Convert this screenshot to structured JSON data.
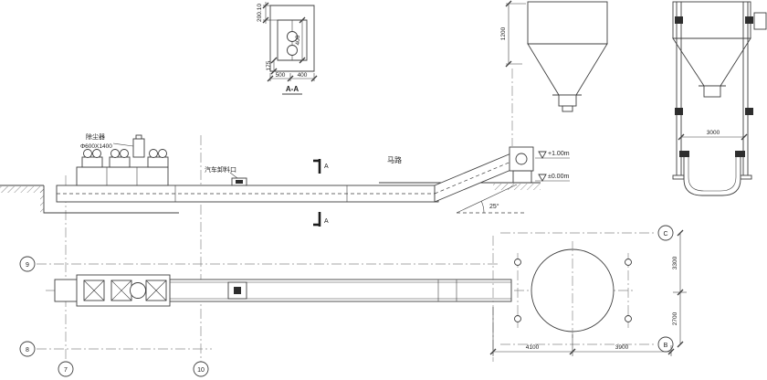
{
  "colors": {
    "background": "#ffffff",
    "line": "#3f3f3f",
    "centerline": "#8a8a8a"
  },
  "section_detail": {
    "title": "A-A",
    "dim_top": "200.10",
    "dim_inner_height": "400",
    "dim_wall_thickness": "175",
    "dim_bottom_left": "500",
    "dim_bottom_right": "400"
  },
  "silo_area": {
    "dim_silo1_height": "1200",
    "dim_silo2_width": "3000"
  },
  "elevation": {
    "dust_collector_name": "除尘器",
    "dust_collector_spec": "Φ600X1400",
    "unloading_port": "汽车卸料口",
    "road": "马路",
    "level_top": "+1.00m",
    "level_ground": "±0.00m",
    "incline_angle": "25°",
    "section_mark": "A"
  },
  "plan": {
    "dim_left_span": "4100",
    "dim_right_span": "3900",
    "dim_upper_span": "3300",
    "dim_lower_span": "2700",
    "grid": {
      "left_top": "9",
      "left_bottom": "8",
      "bottom_first": "7",
      "bottom_second": "10",
      "right_top": "C",
      "right_bottom": "B"
    }
  }
}
